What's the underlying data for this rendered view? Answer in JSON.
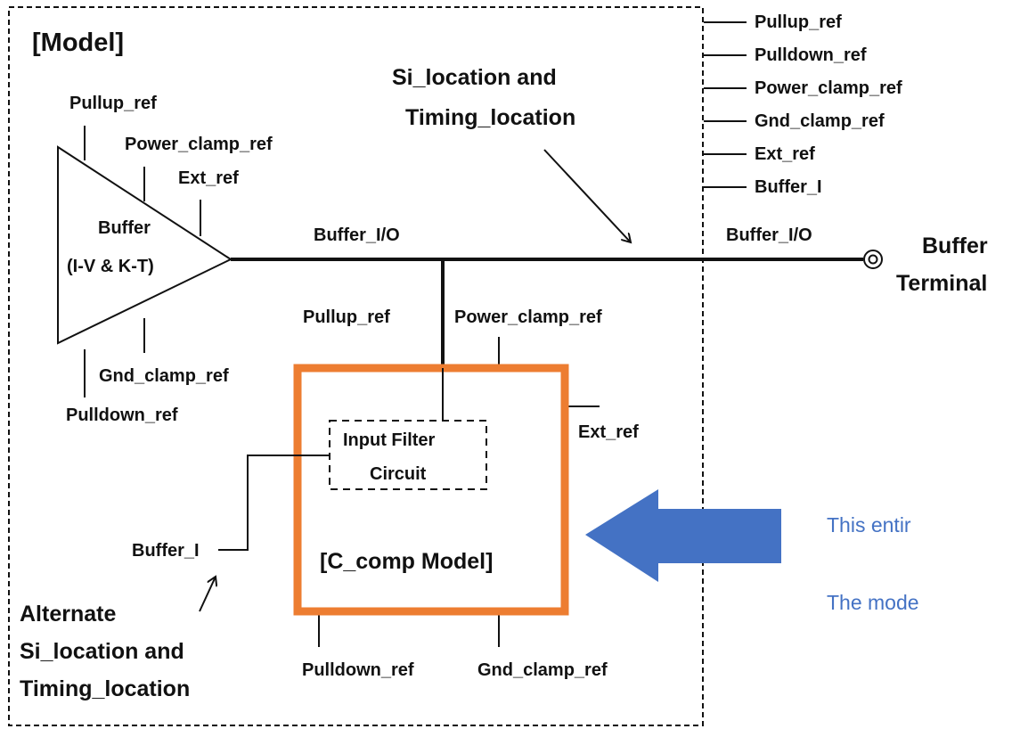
{
  "model_title": "[Model]",
  "si_location_line1": "Si_location and",
  "si_location_line2": "Timing_location",
  "buffer": {
    "line1": "Buffer",
    "line2": "(I-V & K-T)",
    "pullup_ref": "Pullup_ref",
    "power_clamp_ref": "Power_clamp_ref",
    "ext_ref": "Ext_ref",
    "gnd_clamp_ref": "Gnd_clamp_ref",
    "pulldown_ref": "Pulldown_ref"
  },
  "buffer_io_label": "Buffer_I/O",
  "right_pins": {
    "pullup_ref": "Pullup_ref",
    "pulldown_ref": "Pulldown_ref",
    "power_clamp_ref": "Power_clamp_ref",
    "gnd_clamp_ref": "Gnd_clamp_ref",
    "ext_ref": "Ext_ref",
    "buffer_i": "Buffer_I",
    "buffer_io": "Buffer_I/O"
  },
  "terminal": {
    "line1": "Buffer",
    "line2": "Terminal"
  },
  "ccomp": {
    "pullup_ref": "Pullup_ref",
    "power_clamp_ref": "Power_clamp_ref",
    "ext_ref": "Ext_ref",
    "pulldown_ref": "Pulldown_ref",
    "gnd_clamp_ref": "Gnd_clamp_ref",
    "filter_line1": "Input Filter",
    "filter_line2": "Circuit",
    "title": "[C_comp Model]"
  },
  "buffer_i_label": "Buffer_I",
  "alternate": {
    "line1": "Alternate",
    "line2": "Si_location and",
    "line3": "Timing_location"
  },
  "notes": {
    "line1": "This entir",
    "line2": "The mode"
  },
  "colors": {
    "ccomp_border": "#ed7d31",
    "arrow_fill": "#4472c4",
    "note_text": "#4472c4"
  }
}
